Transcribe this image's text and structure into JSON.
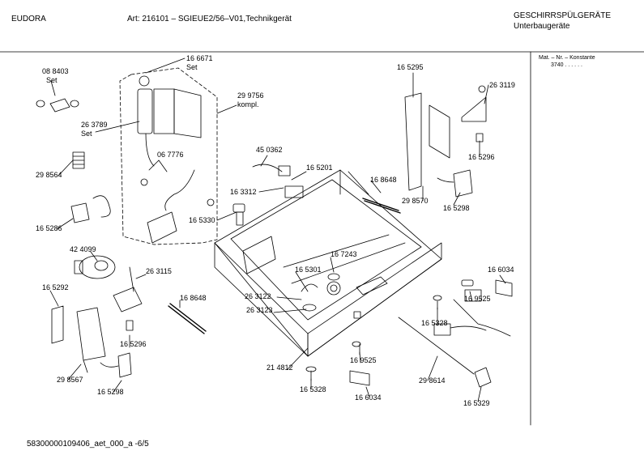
{
  "header": {
    "brand": "EUDORA",
    "article": "Art: 216101 – SGIEUE2/56–V01,Technikgerät",
    "category": "GESCHIRRSPÜLGERÄTE",
    "subcategory": "Unterbaugeräte"
  },
  "sidebar": {
    "heading": "Mat. – Nr. – Konstante",
    "entry": "3740 . . . . . ."
  },
  "footer": {
    "doc_id": "58300000109406_aet_000_a  -6/5"
  },
  "labels": {
    "p088403": "08 8403",
    "p088403_set": "Set",
    "p166671": "16 6671",
    "p166671_set": "Set",
    "p299756": "29 9756",
    "p299756_kompl": "kompl.",
    "p263789": "26 3789",
    "p263789_set": "Set",
    "p067776": "06 7776",
    "p298564": "29 8564",
    "p165286": "16 5286",
    "p450362": "45 0362",
    "p165201": "16 5201",
    "p163312": "16 3312",
    "p165330": "16 5330",
    "p165295": "16 5295",
    "p263119": "26 3119",
    "p165296a": "16 5296",
    "p168648a": "16 8648",
    "p298570": "29 8570",
    "p165298a": "16 5298",
    "p424099": "42 4099",
    "p263115": "26 3115",
    "p165292": "16 5292",
    "p167243": "16 7243",
    "p165301": "16 5301",
    "p263122": "26 3122",
    "p263123": "26 3123",
    "p168648b": "16 8648",
    "p166034a": "16 6034",
    "p169525a": "16 9525",
    "p165328a": "16 5328",
    "p165296b": "16 5296",
    "p298567": "29 8567",
    "p165298b": "16 5298",
    "p214812": "21 4812",
    "p169525b": "16 9525",
    "p165328b": "16 5328",
    "p166034b": "16 6034",
    "p298614": "29 8614",
    "p165329": "16 5329"
  }
}
